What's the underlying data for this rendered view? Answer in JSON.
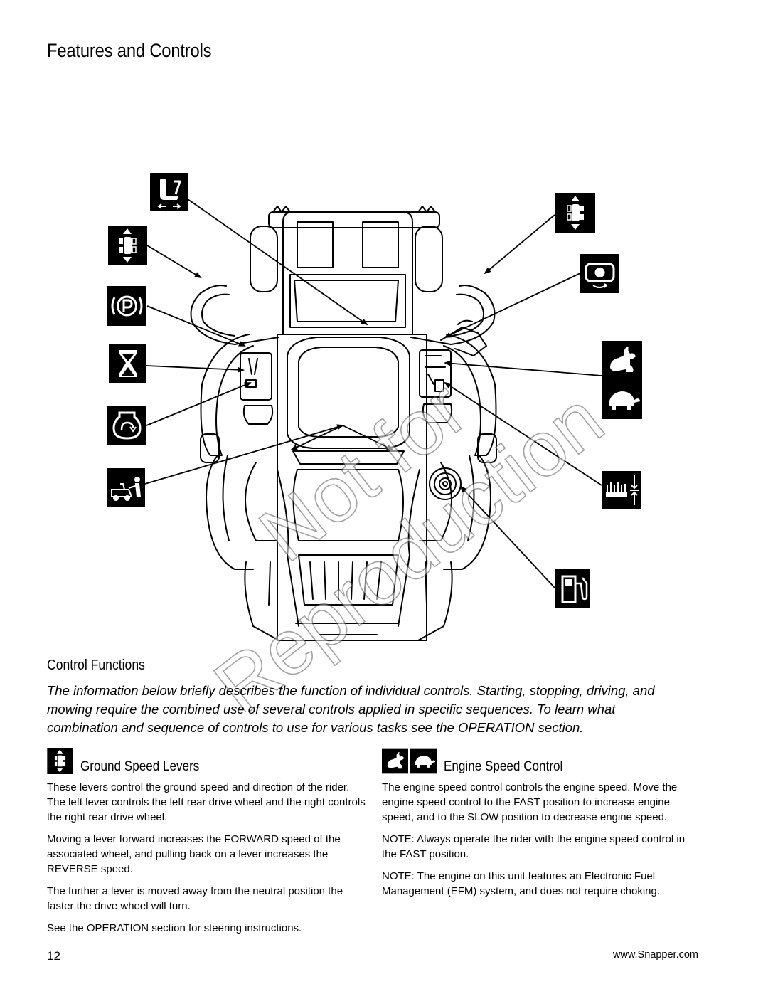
{
  "page_title": "Features and Controls",
  "watermark": {
    "line1": "Not for",
    "line2": "Reproduction"
  },
  "figure": {
    "icons": [
      "seat-adjust-icon",
      "ground-speed-lever-icon",
      "parking-brake-icon",
      "hour-meter-icon",
      "ignition-switch-icon",
      "operator-presence-icon",
      "ground-speed-lever-icon",
      "pto-switch-icon",
      "fast-rabbit-icon",
      "slow-turtle-icon",
      "deck-height-icon",
      "fuel-icon"
    ]
  },
  "control_functions": {
    "heading": "Control Functions",
    "intro": "The information below briefly describes the function of individual controls.  Starting, stopping, driving, and mowing require the combined use of several controls applied in specific sequences. To learn what combination and sequence of controls to use for various tasks see the OPERATION section."
  },
  "ground_speed_levers": {
    "title": "Ground Speed Levers",
    "paragraphs": [
      "These levers control the ground speed and direction of the rider. The left lever controls the left rear drive wheel and the right controls the right rear drive wheel.",
      "Moving a lever forward increases the FORWARD speed of the associated wheel, and pulling back on a lever increases the REVERSE speed.",
      "The further a lever is moved away from the neutral position the faster the drive wheel will turn.",
      "See the OPERATION section for steering instructions."
    ]
  },
  "engine_speed_control": {
    "title": "Engine Speed Control",
    "paragraphs": [
      "The engine speed control controls the engine speed. Move the engine speed control to the FAST position to increase engine speed, and to the SLOW position to decrease engine speed.",
      "NOTE: Always operate the rider with the engine speed control in the FAST position.",
      "NOTE: The engine on this unit features an Electronic Fuel Management (EFM) system, and does not require choking."
    ]
  },
  "footer": {
    "page_number": "12",
    "url": "www.Snapper.com"
  }
}
